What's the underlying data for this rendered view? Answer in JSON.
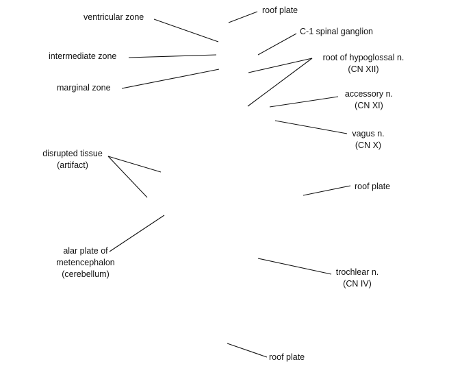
{
  "labels": {
    "ventricular_zone": "ventricular zone",
    "intermediate_zone": "intermediate zone",
    "marginal_zone": "marginal zone",
    "roof_plate_top": "roof plate",
    "c1_spinal_ganglion": "C-1 spinal ganglion",
    "hypoglossal_root": [
      "root of hypoglossal n.",
      "(CN XII)"
    ],
    "accessory": [
      "accessory n.",
      "(CN XI)"
    ],
    "vagus": [
      "vagus n.",
      "(CN X)"
    ],
    "disrupted_tissue": [
      "disrupted tissue",
      "(artifact)"
    ],
    "roof_plate_middle": "roof plate",
    "alar_plate": [
      "alar plate of",
      "metencephalon",
      "(cerebellum)"
    ],
    "trochlear": [
      "trochlear n.",
      "(CN IV)"
    ],
    "roof_plate_bottom": "roof plate"
  },
  "colors": {
    "background": "#ffffff",
    "text": "#111111",
    "leader_line": "#111111"
  }
}
